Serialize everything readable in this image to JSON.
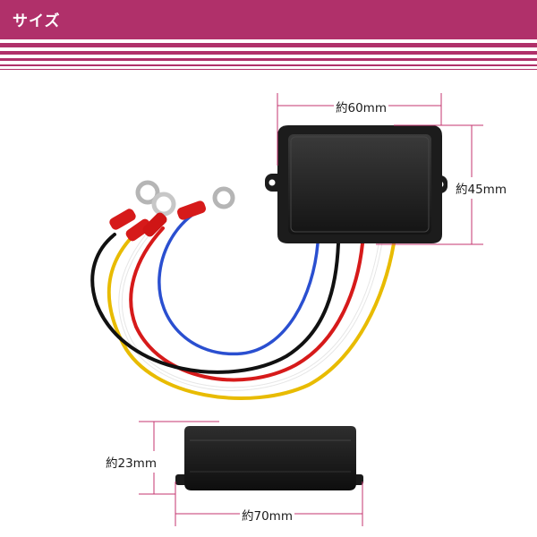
{
  "header": {
    "title": "サイズ"
  },
  "dimensions": {
    "top_width": "約60mm",
    "top_height": "約45mm",
    "side_height": "約23mm",
    "side_width": "約70mm"
  },
  "colors": {
    "header": "#b0306a",
    "dimension_line": "#c4366f",
    "box": "#1c1c1c",
    "wire_blue": "#2a4fd0",
    "wire_black": "#111111",
    "wire_red": "#d61a1a",
    "wire_white": "#f2f2f2",
    "wire_yellow": "#f2c600"
  }
}
